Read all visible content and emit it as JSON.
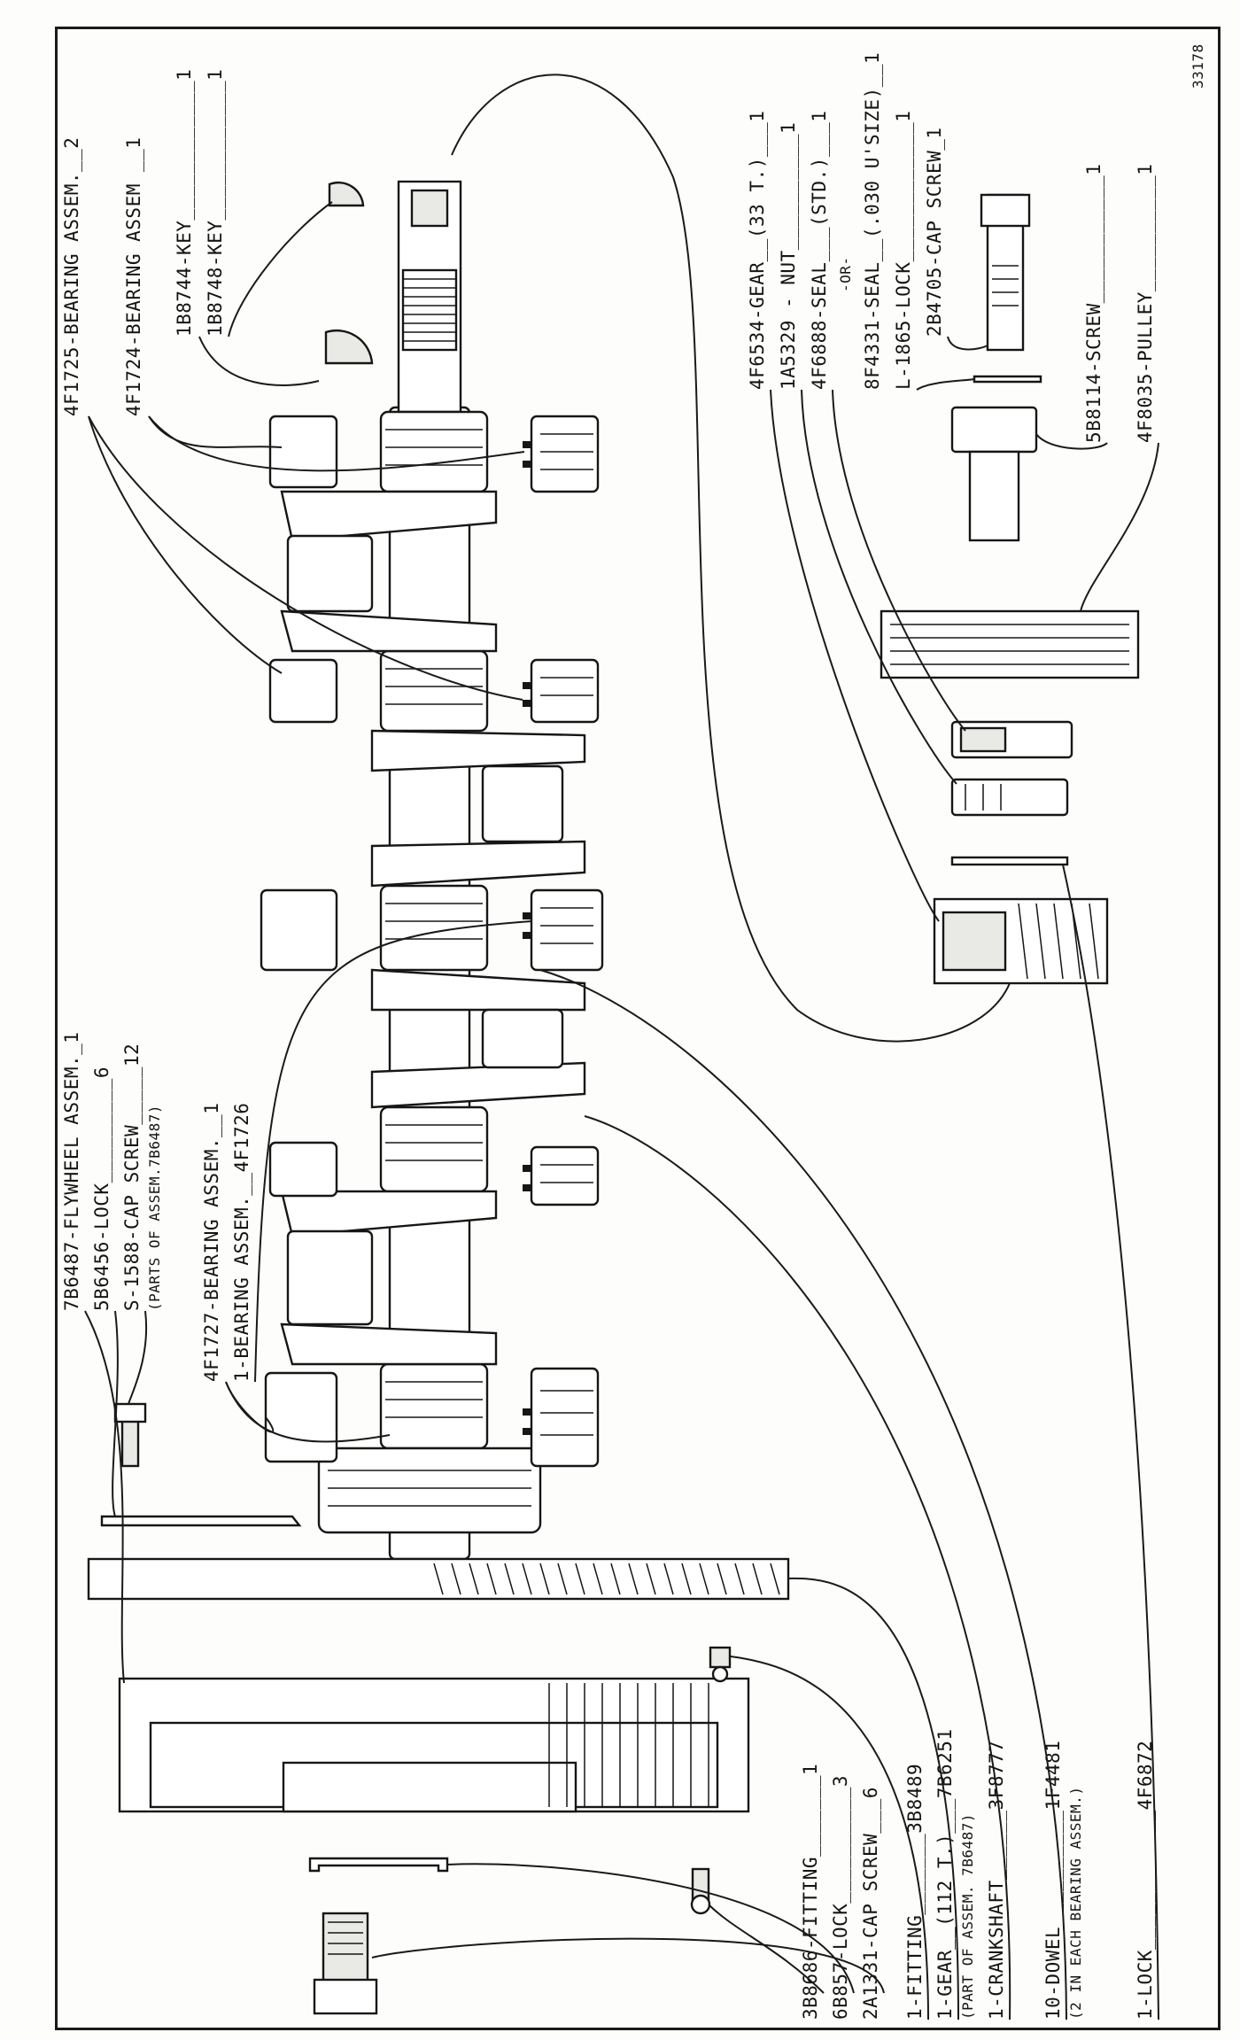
{
  "drawing_number": "33178",
  "labels_top": [
    {
      "id": "4F1725",
      "text": "4F1725-BEARING ASSEM.__2"
    },
    {
      "id": "4F1724",
      "text": "4F1724-BEARING ASSEM __1"
    },
    {
      "id": "1B8744",
      "text": "1B8744-KEY____________1"
    },
    {
      "id": "1B8748",
      "text": "1B8748-KEY____________1"
    },
    {
      "id": "4F6534",
      "text": "4F6534-GEAR__(33 T.)___1"
    },
    {
      "id": "1A5329",
      "text": "1A5329 - NUT__________1"
    },
    {
      "id": "4F6888",
      "text": "4F6888-SEAL___(STD.)___1"
    },
    {
      "id": "OR",
      "text": "-OR-"
    },
    {
      "id": "8F4331",
      "text": "8F4331-SEAL__(.030 U'SIZE)__1"
    },
    {
      "id": "L1865",
      "text": "L-1865-LOCK____________1"
    },
    {
      "id": "2B4705",
      "text": "2B4705-CAP SCREW_1"
    },
    {
      "id": "5B8114",
      "text": "5B8114-SCREW___________1"
    },
    {
      "id": "4F8035",
      "text": "4F8035-PULLEY__________1"
    }
  ],
  "labels_left": [
    {
      "id": "7B6487",
      "text": "7B6487-FLYWHEEL ASSEM._1"
    },
    {
      "id": "5B6456",
      "text": "5B6456-LOCK_________6"
    },
    {
      "id": "S1588",
      "text": "S-1588-CAP SCREW_____12"
    },
    {
      "id": "S1588_note",
      "text": "(PARTS OF ASSEM.7B6487)"
    },
    {
      "id": "4F1727",
      "text": "4F1727-BEARING ASSEM.__1"
    },
    {
      "id": "4F1726",
      "text": "1-BEARING ASSEM.__4F1726"
    }
  ],
  "labels_bottom": [
    {
      "id": "3B8686",
      "text": "3B8686-FITTING_______1"
    },
    {
      "id": "6B857",
      "text": "6B857-LOCK__________3"
    },
    {
      "id": "2A1331",
      "text": "2A1331-CAP SCREW___6"
    },
    {
      "id": "3B8489",
      "text": "1-FITTING_______3B8489"
    },
    {
      "id": "7B6251",
      "text": "1-GEAR__(112 T.)___7B6251"
    },
    {
      "id": "7B6251_note",
      "text": "(PART OF ASSEM. 7B6487)"
    },
    {
      "id": "3F8777",
      "text": "1-CRANKSHAFT______3F8777"
    },
    {
      "id": "1F4481",
      "text": "10-DOWEL__________1F4481"
    },
    {
      "id": "1F4481_note",
      "text": "(2 IN EACH BEARING ASSEM.)"
    },
    {
      "id": "4F6872",
      "text": "1-LOCK____________4F6872"
    }
  ]
}
